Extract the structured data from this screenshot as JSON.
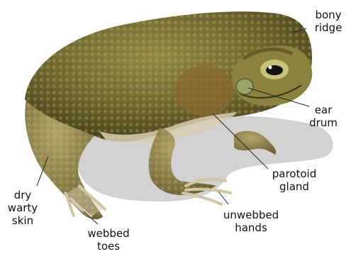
{
  "labels": {
    "bony_ridge": [
      "bony",
      "ridge"
    ],
    "ear_drum": [
      "ear",
      "drum"
    ],
    "parotoid_gland": [
      "parotoid",
      "gland"
    ],
    "unwebbed_hands": [
      "unwebbed",
      "hands"
    ],
    "webbed_toes": [
      "webbed",
      "toes"
    ],
    "dry_warty_skin": [
      "dry",
      "warty",
      "skin"
    ]
  },
  "colors": {
    "shadow": "#d2d2d2",
    "body_dark": "#4f4a22",
    "body_mid": "#7c7435",
    "body_light": "#a79a5c",
    "belly": "#d8ceb0",
    "leader": "#222222"
  }
}
